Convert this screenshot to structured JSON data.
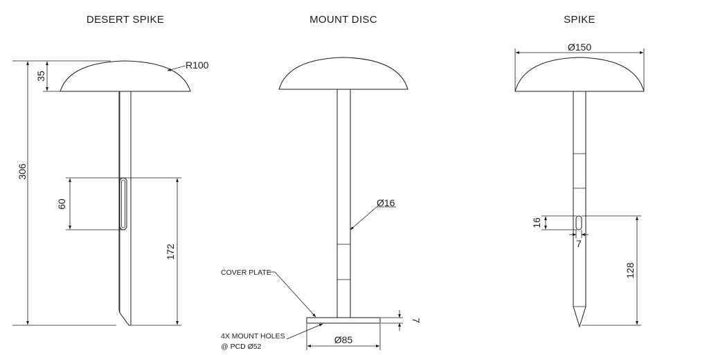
{
  "titles": {
    "desert_spike": "DESERT SPIKE",
    "mount_disc": "MOUNT DISC",
    "spike": "SPIKE"
  },
  "desert_spike_dims": {
    "overall_height": "306",
    "dome_height": "35",
    "dome_radius": "R100",
    "slot_length": "60",
    "slot_height": "172"
  },
  "mount_disc_dims": {
    "stem_diameter": "Ø16",
    "plate_diameter": "Ø85",
    "plate_thickness": "7",
    "cover_plate_label": "COVER PLATE",
    "mount_holes_line1": "4X MOUNT HOLES",
    "mount_holes_line2": "@ PCD Ø52"
  },
  "spike_dims": {
    "dome_diameter": "Ø150",
    "slot_length": "16",
    "slot_width": "7",
    "slot_height": "128"
  }
}
